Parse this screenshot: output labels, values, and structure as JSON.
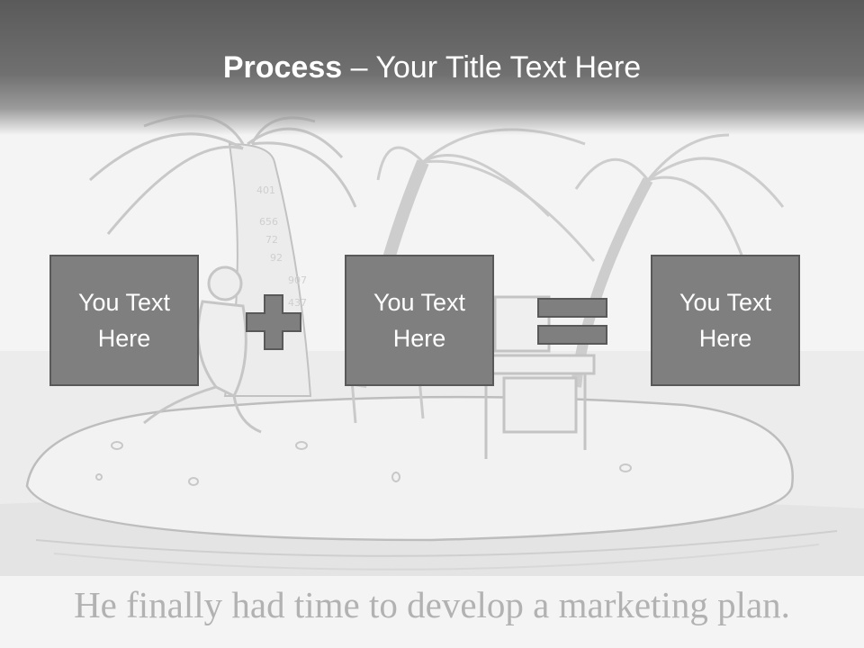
{
  "slide": {
    "title_bold": "Process",
    "title_rest": " – Your Title Text Here",
    "boxes": [
      {
        "label": "You Text Here"
      },
      {
        "label": "You Text Here"
      },
      {
        "label": "You Text Here"
      }
    ],
    "operators": [
      "plus-icon",
      "equals-icon"
    ],
    "caption": "He finally had time to develop a marketing plan.",
    "colors": {
      "box_fill": "#7f7f7f",
      "box_border": "#595959",
      "title_band": "#6b6b6b",
      "title_text": "#ffffff",
      "caption": "#b2b2b2"
    }
  }
}
